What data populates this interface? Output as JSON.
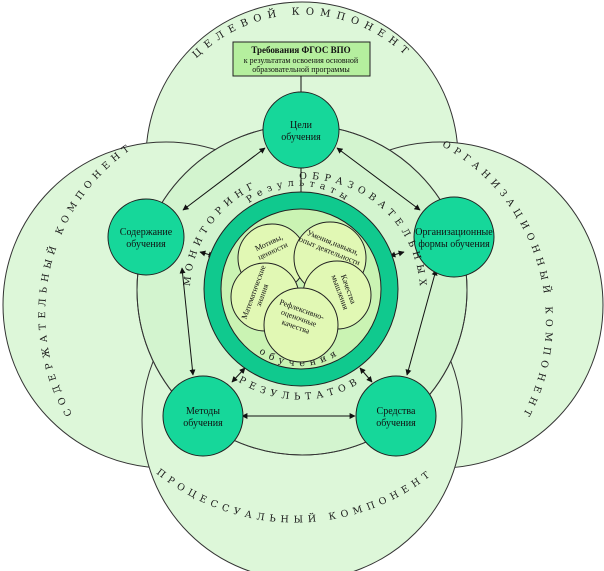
{
  "components": {
    "target": "ЦЕЛЕВОЙ  КОМПОНЕНТ",
    "content": "СОДЕРЖАТЕЛЬНЫЙ  КОМПОНЕНТ",
    "organizational": "ОРГАНИЗАЦИОННЫЙ  КОМПОНЕНТ",
    "procedural": "ПРОЦЕССУАЛЬНЫЙ  КОМПОНЕНТ"
  },
  "requirements": {
    "line1": "Требования ФГОС ВПО",
    "line2": "к результатам освоения основной",
    "line3": "образовательной программы"
  },
  "nodes": {
    "goals": [
      "Цели",
      "обучения"
    ],
    "content": [
      "Содержание",
      "обучения"
    ],
    "forms": [
      "Организационные",
      "формы обучения"
    ],
    "methods": [
      "Методы",
      "обучения"
    ],
    "means": [
      "Средства",
      "обучения"
    ]
  },
  "ring_labels": {
    "monitoring": "МОНИТОРИНГ",
    "educational": "ОБРАЗОВАТЕЛЬНЫХ",
    "results_bottom": "РЕЗУЛЬТАТОВ"
  },
  "center": {
    "top": "Результаты",
    "bottom": "обучения"
  },
  "petals": {
    "motives": [
      "Мотивы,",
      "ценности"
    ],
    "skills": [
      "Умения,навыки,",
      "опыт деятельности"
    ],
    "math": [
      "Математические",
      "знания"
    ],
    "thinking": [
      "Качества",
      "мышления"
    ],
    "reflexive": [
      "Рефлексивно-",
      "оценочные",
      "качества"
    ]
  }
}
